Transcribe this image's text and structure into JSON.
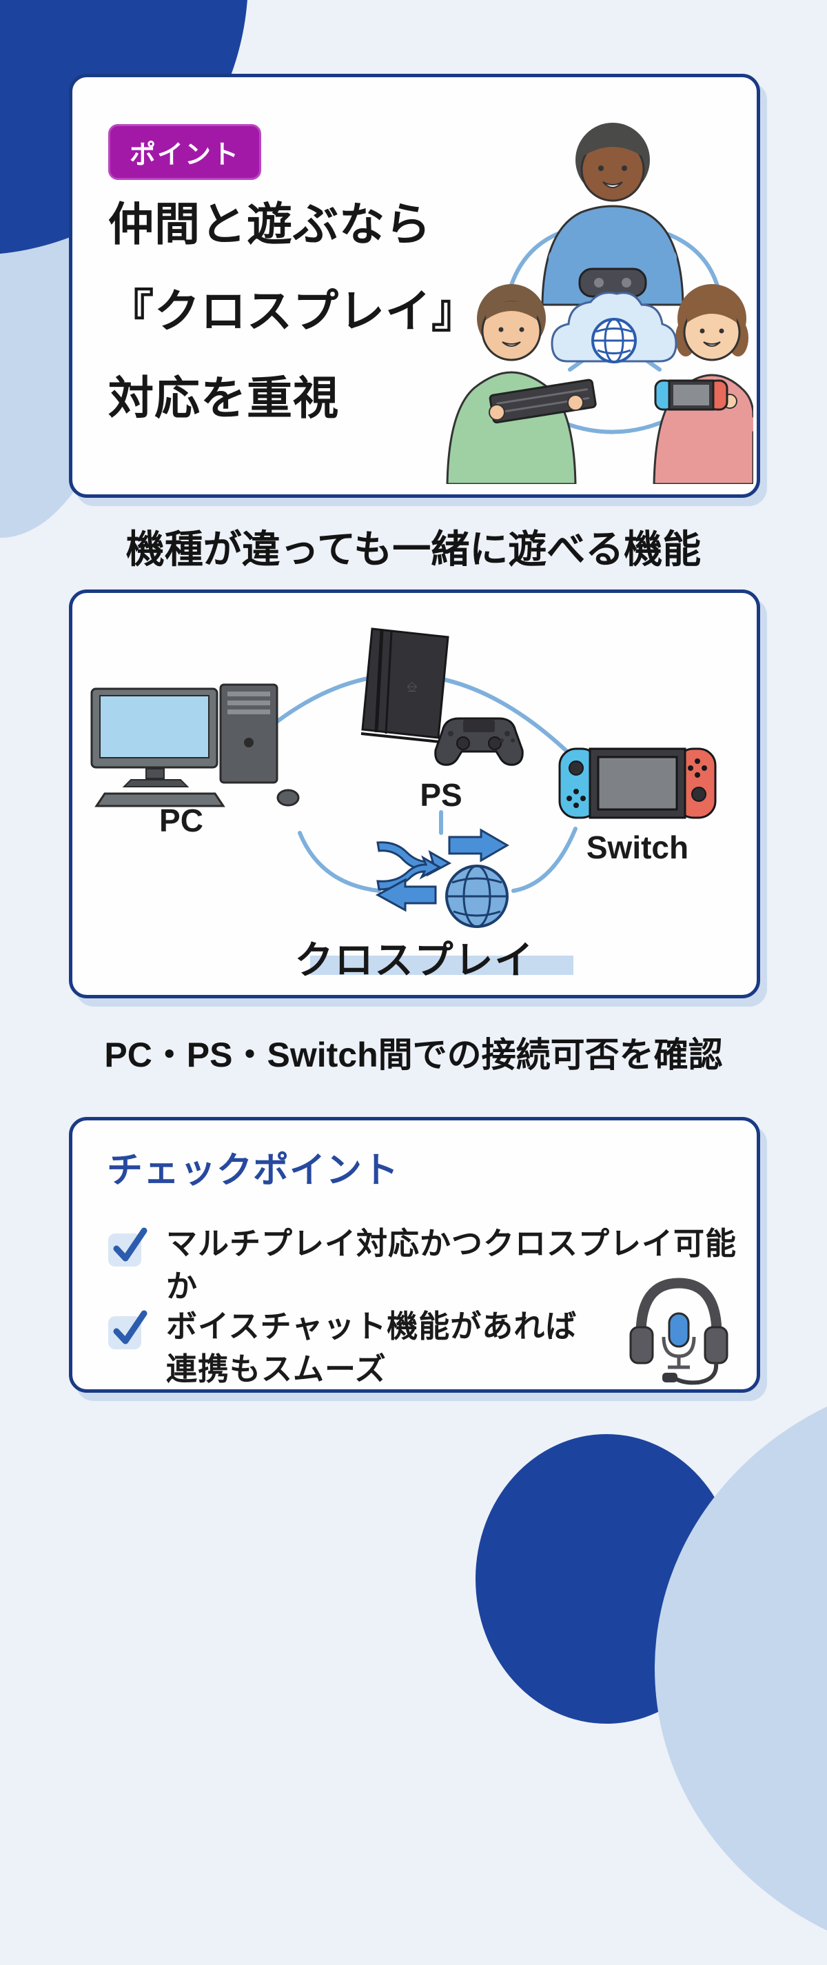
{
  "colors": {
    "background": "#edf1f8",
    "deco_dark_blue": "#1c449e",
    "deco_light_blue": "#c5d7ec",
    "card_border": "#1a3a85",
    "card_shadow": "#ccdcee",
    "badge_bg": "#a219a8",
    "badge_border": "#bb46c0",
    "checkpoint_heading_blue": "#27499e",
    "arc_blue": "#7fb0dc",
    "icon_blue": "#4a90d9",
    "globe_stroke": "#1c3f6e",
    "highlight_bar": "#c6daf0",
    "check_box_bg": "#d9e6f5",
    "check_mark_blue": "#2b5cad",
    "joycon_blue": "#56c0e8",
    "joycon_red": "#e76a5a",
    "pc_screen_blue": "#a9d5ef"
  },
  "point_card": {
    "badge_label": "ポイント",
    "title_line1": "仲間と遊ぶなら",
    "title_line2": "『クロスプレイ』",
    "title_line3": "対応を重視"
  },
  "crossplay_section": {
    "heading": "機種が違っても一緒に遊べる機能",
    "caption": "PC・PS・Switch間での接続可否を確認",
    "diagram": {
      "label_pc": "PC",
      "label_ps": "PS",
      "label_switch": "Switch",
      "label_center": "クロスプレイ"
    }
  },
  "checkpoint_card": {
    "heading": "チェックポイント",
    "item1": "マルチプレイ対応かつクロスプレイ可能か",
    "item2_line1": "ボイスチャット機能があれば",
    "item2_line2": "連携もスムーズ"
  }
}
